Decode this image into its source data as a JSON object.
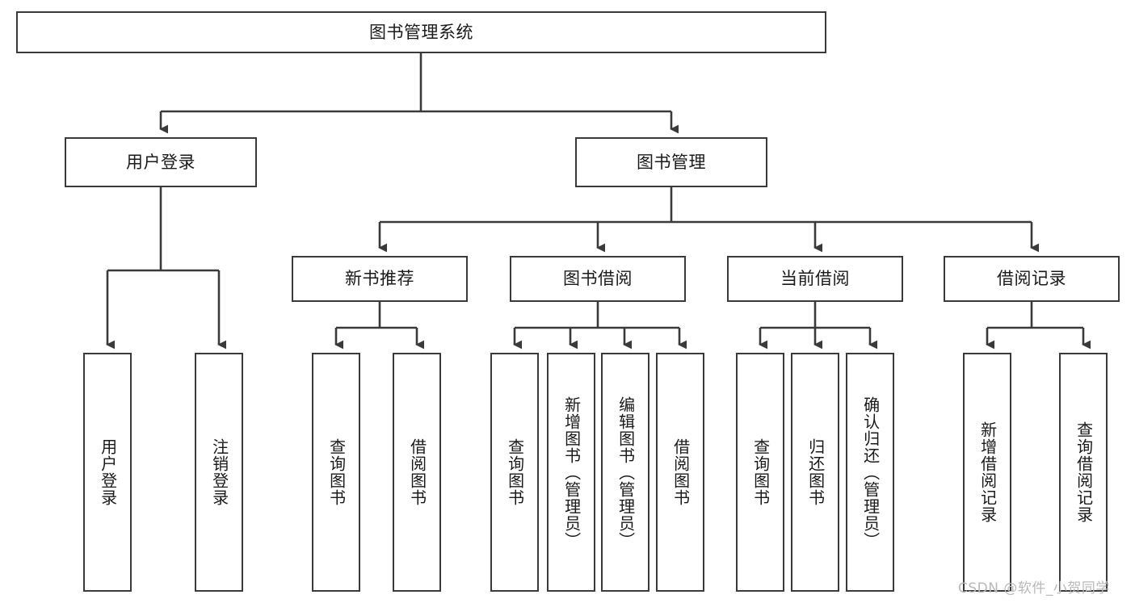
{
  "diagram": {
    "title": "图书管理系统",
    "type": "tree-hierarchy-chart",
    "root": {
      "label": "图书管理系统"
    },
    "level2": [
      {
        "label": "用户登录"
      },
      {
        "label": "图书管理"
      }
    ],
    "level3": [
      {
        "label": "新书推荐"
      },
      {
        "label": "图书借阅"
      },
      {
        "label": "当前借阅"
      },
      {
        "label": "借阅记录"
      }
    ],
    "leaves": {
      "user_login": [
        {
          "label": "用户登录"
        },
        {
          "label": "注销登录"
        }
      ],
      "new_book_recommend": [
        {
          "label": "查询图书"
        },
        {
          "label": "借阅图书"
        }
      ],
      "book_borrow": [
        {
          "label": "查询图书"
        },
        {
          "label": "新增图书（管理员）"
        },
        {
          "label": "编辑图书（管理员）"
        },
        {
          "label": "借阅图书"
        }
      ],
      "current_borrow": [
        {
          "label": "查询图书"
        },
        {
          "label": "归还图书"
        },
        {
          "label": "确认归还（管理员）"
        }
      ],
      "borrow_record": [
        {
          "label": "新增借阅记录"
        },
        {
          "label": "查询借阅记录"
        }
      ]
    }
  },
  "watermark": {
    "text": "CSDN @软件_小贺同学"
  },
  "colors": {
    "box_border": "#3a3a3a",
    "connector": "#3a3a3a",
    "background": "#ffffff",
    "text": "#1a1a1a",
    "watermark": "#b9b9b9"
  }
}
